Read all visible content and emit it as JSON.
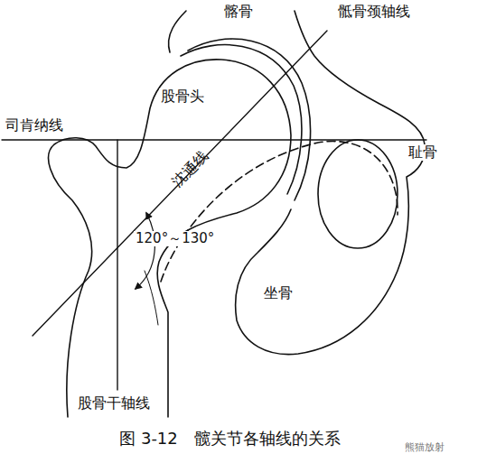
{
  "diagram": {
    "caption": "图 3-12　髋关节各轴线的关系",
    "labels": [
      "髂骨",
      "骶骨颈轴线",
      "股骨头",
      "司肯纳线",
      "耻骨",
      "沈通线",
      "120°～130°",
      "坐骨",
      "股骨干轴线",
      "熊猫放射"
    ]
  }
}
